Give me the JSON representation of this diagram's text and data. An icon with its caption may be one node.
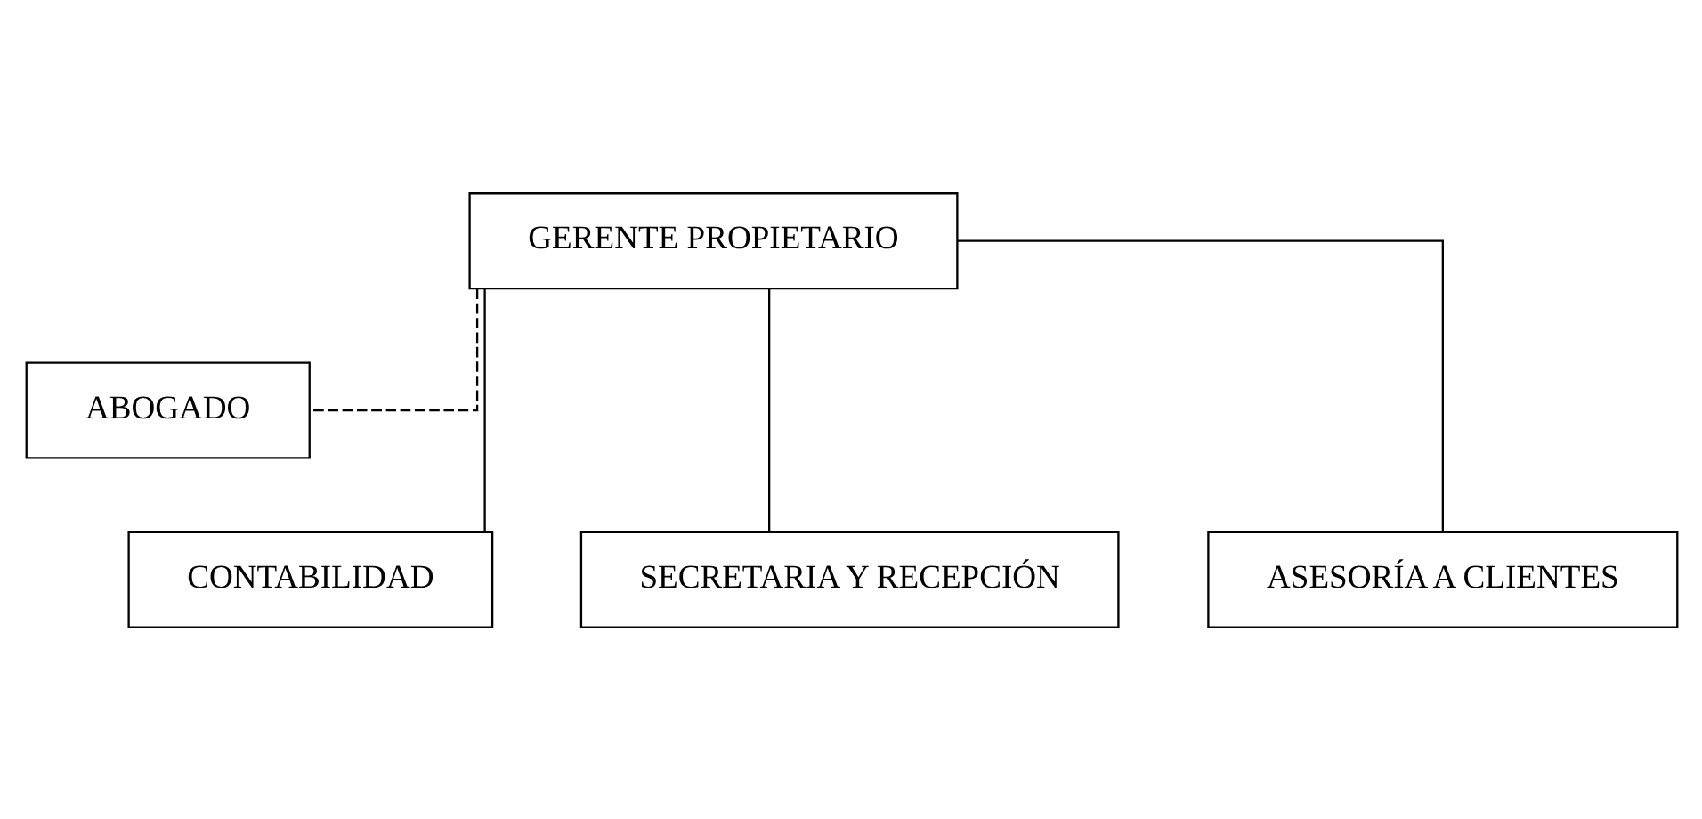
{
  "diagram": {
    "nodes": [
      {
        "text": [
          "GERENTE PROPIETARIO"
        ]
      },
      {
        "text": [
          "ABOGADO"
        ]
      },
      {
        "text": [
          "CONTABILIDAD"
        ]
      },
      {
        "text": [
          "SECRETARIA Y RECEPCIÓN"
        ]
      },
      {
        "text": [
          "ASESORÍA A CLIENTES"
        ]
      }
    ],
    "edges": [
      {
        "from": 0,
        "to": 1,
        "arrow": "none",
        "style": "dashed"
      },
      {
        "from": 0,
        "to": 2,
        "arrow": "none"
      },
      {
        "from": 0,
        "to": 3,
        "arrow": "none"
      },
      {
        "from": 0,
        "to": 4,
        "arrow": "none"
      }
    ]
  }
}
